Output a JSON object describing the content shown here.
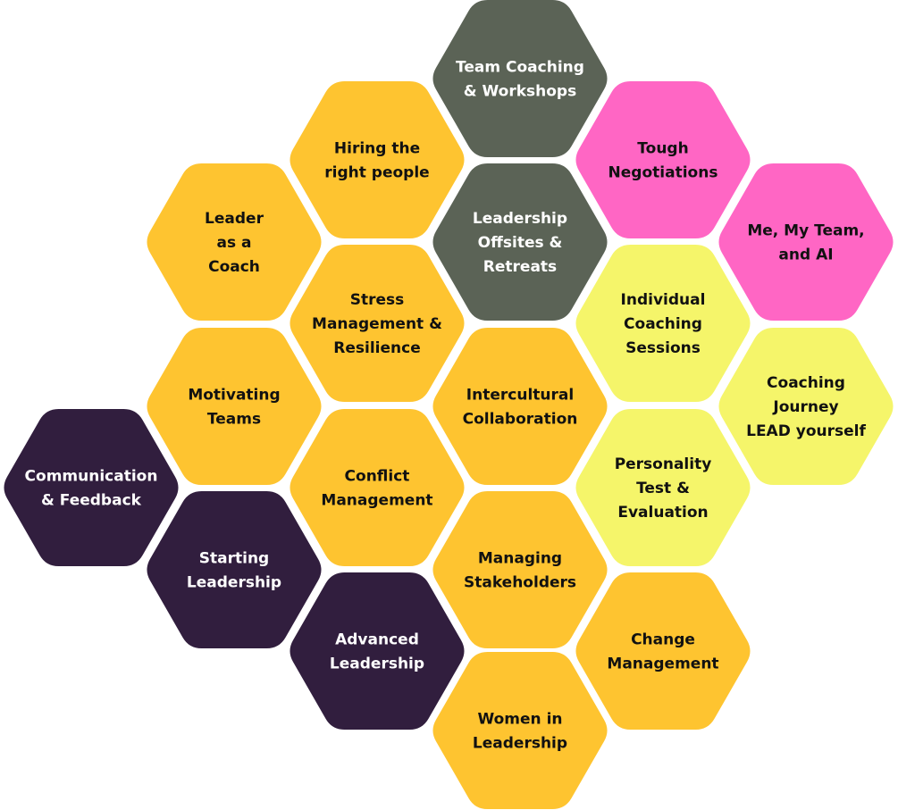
{
  "colors": {
    "olive": "#5B6356",
    "pink": "#FF66C4",
    "gold": "#FEC430",
    "lemon": "#F5F56A",
    "purple": "#311E3E",
    "text_dark": "#111111",
    "text_light": "#FFFFFF"
  },
  "hexagons": [
    {
      "id": "team-coaching",
      "lines": [
        "Team Coaching",
        "& Workshops"
      ],
      "color": "olive"
    },
    {
      "id": "hiring",
      "lines": [
        "Hiring the",
        "right people"
      ],
      "color": "gold"
    },
    {
      "id": "tough-negotiations",
      "lines": [
        "Tough",
        "Negotiations"
      ],
      "color": "pink"
    },
    {
      "id": "leader-coach",
      "lines": [
        "Leader",
        "as a",
        "Coach"
      ],
      "color": "gold"
    },
    {
      "id": "leadership-offsites",
      "lines": [
        "Leadership",
        "Offsites &",
        "Retreats"
      ],
      "color": "olive"
    },
    {
      "id": "me-my-team-ai",
      "lines": [
        "Me, My Team,",
        "and AI"
      ],
      "color": "pink"
    },
    {
      "id": "stress-management",
      "lines": [
        "Stress",
        "Management &",
        "Resilience"
      ],
      "color": "gold"
    },
    {
      "id": "individual-coaching",
      "lines": [
        "Individual",
        "Coaching",
        "Sessions"
      ],
      "color": "lemon"
    },
    {
      "id": "motivating-teams",
      "lines": [
        "Motivating",
        "Teams"
      ],
      "color": "gold"
    },
    {
      "id": "intercultural",
      "lines": [
        "Intercultural",
        "Collaboration"
      ],
      "color": "gold"
    },
    {
      "id": "coaching-journey",
      "lines": [
        "Coaching",
        "Journey",
        "LEAD yourself"
      ],
      "color": "lemon"
    },
    {
      "id": "communication",
      "lines": [
        "Communication",
        "& Feedback"
      ],
      "color": "purple"
    },
    {
      "id": "conflict-management",
      "lines": [
        "Conflict",
        "Management"
      ],
      "color": "gold"
    },
    {
      "id": "personality-test",
      "lines": [
        "Personality",
        "Test &",
        "Evaluation"
      ],
      "color": "lemon"
    },
    {
      "id": "starting-leadership",
      "lines": [
        "Starting",
        "Leadership"
      ],
      "color": "purple"
    },
    {
      "id": "managing-stakeholders",
      "lines": [
        "Managing",
        "Stakeholders"
      ],
      "color": "gold"
    },
    {
      "id": "advanced-leadership",
      "lines": [
        "Advanced",
        "Leadership"
      ],
      "color": "purple"
    },
    {
      "id": "change-management",
      "lines": [
        "Change",
        "Management"
      ],
      "color": "gold"
    },
    {
      "id": "women-leadership",
      "lines": [
        "Women in",
        "Leadership"
      ],
      "color": "gold"
    }
  ]
}
